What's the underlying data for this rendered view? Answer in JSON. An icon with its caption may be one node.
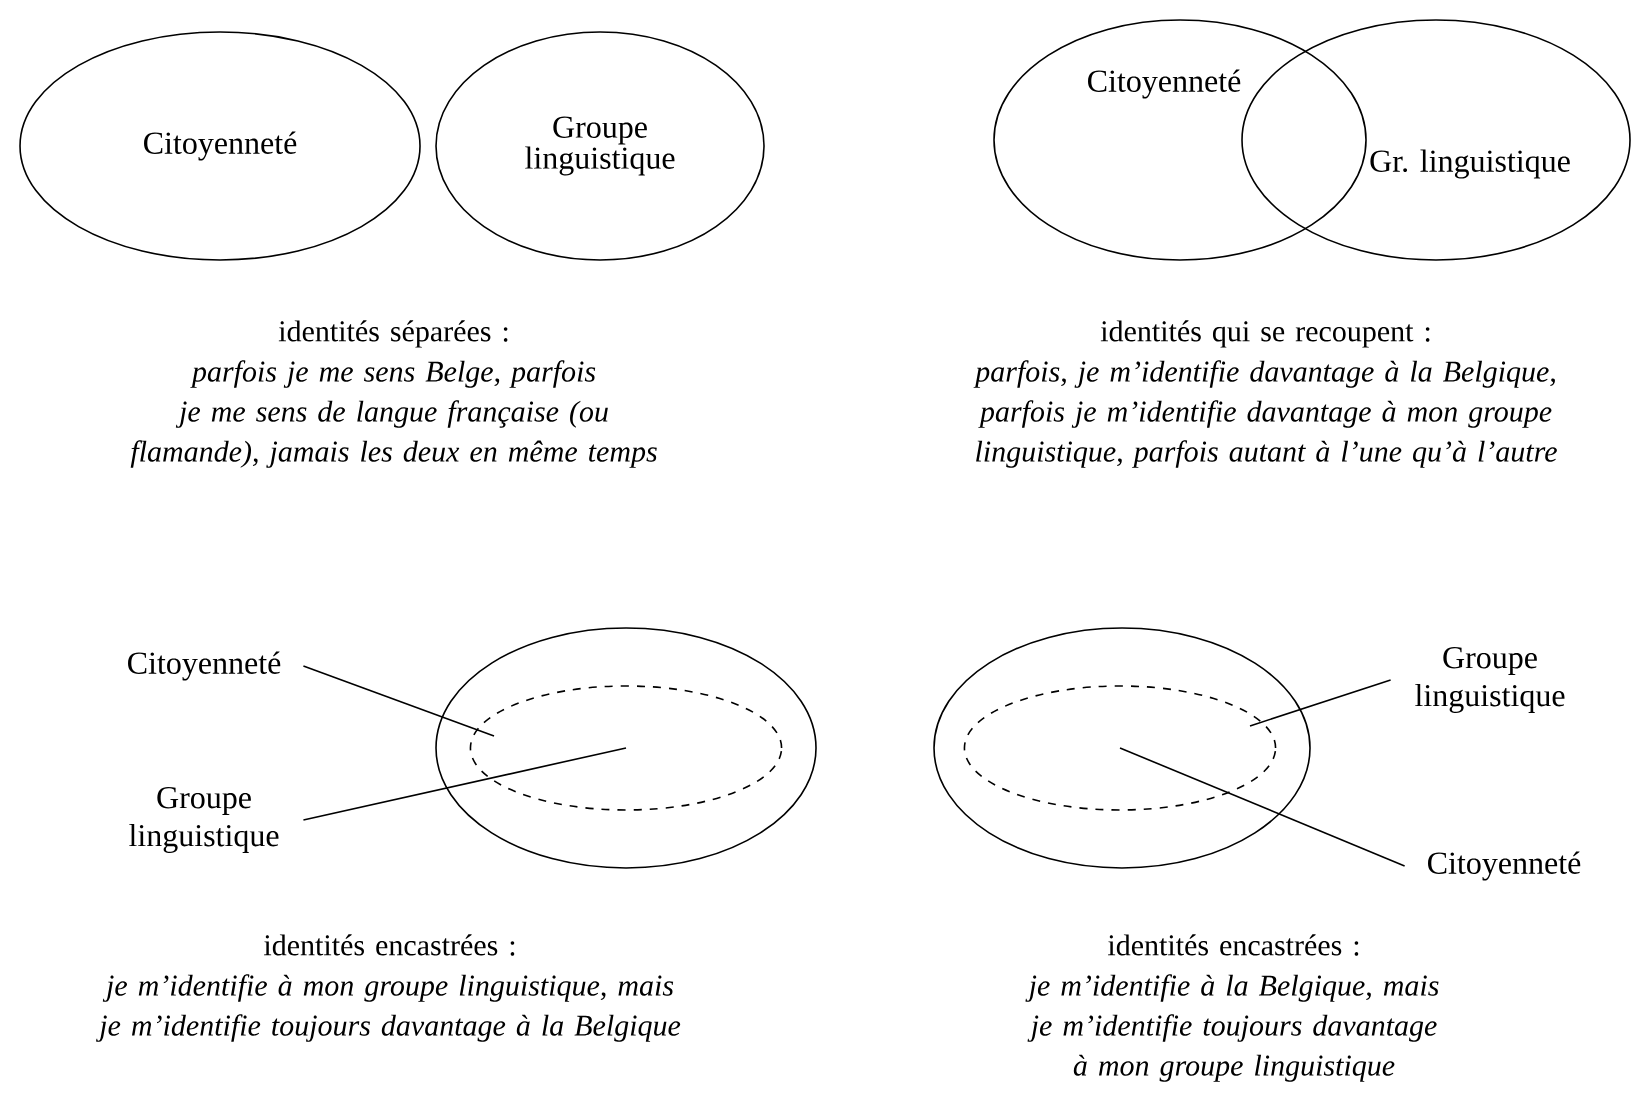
{
  "diagram": {
    "nodes": [
      {
        "text": [
          "Citoyenneté"
        ]
      },
      {
        "text": [
          "Groupe linguistique"
        ]
      },
      {
        "text": [
          "Citoyenneté"
        ]
      },
      {
        "text": [
          "Gr. linguistique"
        ]
      },
      {
        "text": [
          "Citoyenneté"
        ]
      },
      {
        "text": [
          "Groupe linguistique"
        ]
      },
      {
        "text": [],
        "shape": "ellipse"
      },
      {
        "text": [],
        "shape": "ellipse",
        "in": 6
      },
      {
        "text": [],
        "shape": "ellipse"
      },
      {
        "text": [],
        "shape": "ellipse",
        "in": 8
      },
      {
        "text": [
          "Groupe linguistique"
        ]
      },
      {
        "text": [
          "Citoyenneté"
        ]
      }
    ],
    "edges": [
      {
        "from": 4,
        "to": 6,
        "arrow": "none"
      },
      {
        "from": 5,
        "to": 7,
        "arrow": "none"
      },
      {
        "from": 10,
        "to": 8,
        "arrow": "none"
      },
      {
        "from": 11,
        "to": 9,
        "arrow": "none"
      }
    ],
    "labels": [
      "identités séparées :",
      "parfois je me sens Belge, parfois je me sens de langue française (ou flamande), jamais les deux en même temps",
      "identités qui se recoupent :",
      "parfois, je m’identifie davantage à la Belgique, parfois je m’identifie davantage à mon groupe linguistique, parfois autant à l’une qu’à l’autre",
      "identités encastrées :",
      "je m’identifie à mon groupe linguistique, mais je m’identifie toujours davantage à la Belgique",
      "identités encastrées :",
      "je m’identifie à la Belgique, mais je m’identifie toujours davantage à mon groupe linguistique"
    ]
  }
}
